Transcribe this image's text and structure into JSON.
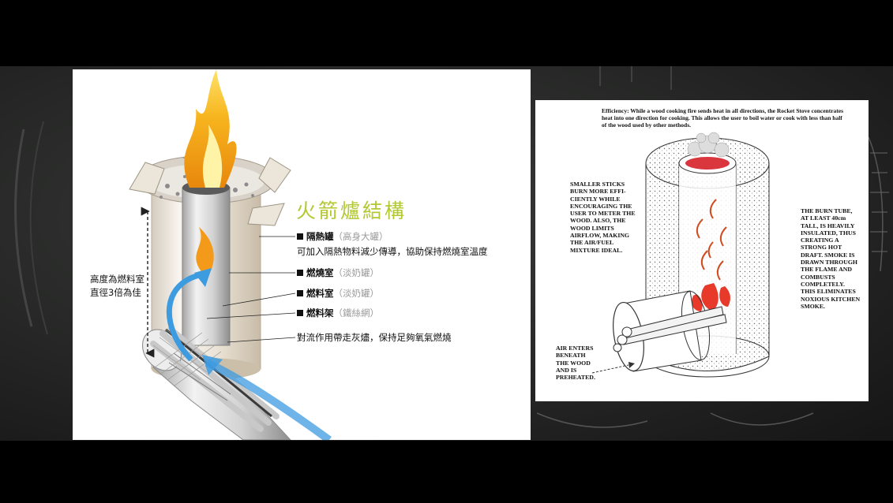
{
  "left": {
    "title": "火箭爐結構",
    "height_note": [
      "高度為燃料室",
      "直徑3倍為佳"
    ],
    "labels": [
      {
        "name": "隔熱罐",
        "note": "（高身大罐）"
      },
      {
        "name": "燃燒室",
        "note": "（淡奶罐）"
      },
      {
        "name": "燃料室",
        "note": "（淡奶罐）"
      },
      {
        "name": "燃料架",
        "note": "（鐵絲網）"
      }
    ],
    "insulation_desc": "可加入隔熱物料減少傳導，協助保持燃燒室溫度",
    "convection_note": "對流作用帶走灰燼，保持足夠氧氣燃燒"
  },
  "right": {
    "efficiency_note": "Efficiency: While a wood cooking fire sends heat in all directions, the Rocket Stove concentrates heat into one direction for cooking. This allows the user to boil water or cook with less than half of the wood used by other methods.",
    "left_note": [
      "SMALLER STICKS",
      "BURN MORE EFFI-",
      "CIENTLY WHILE",
      "ENCOURAGING THE",
      "USER TO METER THE",
      "WOOD. ALSO, THE",
      "WOOD LIMITS",
      "AIRFLOW, MAKING",
      "THE AIR/FUEL",
      "MIXTURE IDEAL."
    ],
    "right_note": [
      "THE BURN TUBE,",
      "AT LEAST 40cm",
      "TALL, IS HEAVILY",
      "INSULATED, THUS",
      "CREATING A",
      "STRONG HOT",
      "DRAFT.  SMOKE IS",
      "DRAWN THROUGH",
      "THE FLAME AND",
      "COMBUSTS",
      "COMPLETELY.",
      "THIS ELIMINATES",
      "NOXIOUS KITCHEN",
      "SMOKE."
    ],
    "air_note": [
      "AIR ENTERS",
      "BENEATH",
      "THE WOOD",
      "AND IS",
      "PREHEATED."
    ]
  },
  "colors": {
    "title_green": "#b3c832",
    "flame": "#f5a81c",
    "arrow_blue": "#3d9be0"
  }
}
